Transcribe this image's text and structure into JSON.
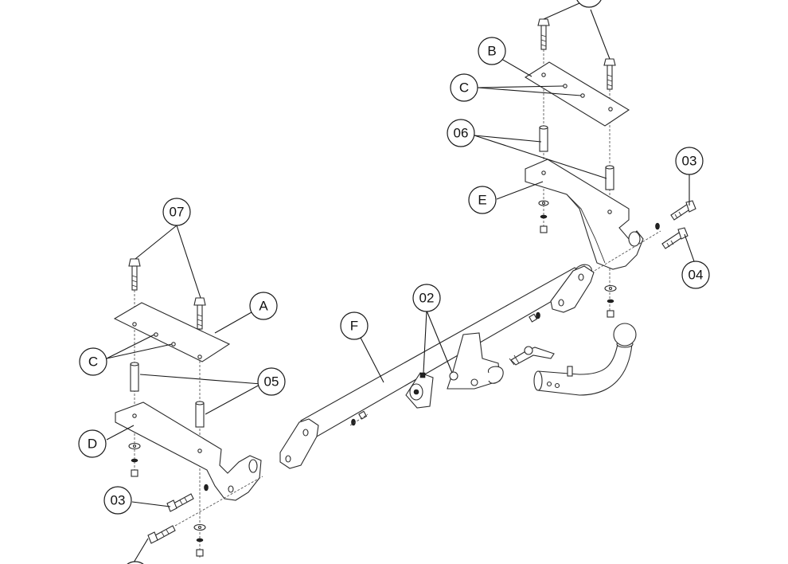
{
  "callouts": {
    "b": "B",
    "c_top": "C",
    "c_left": "C",
    "d06": "06",
    "e": "E",
    "d03_right": "03",
    "d04_right": "04",
    "d07": "07",
    "a": "A",
    "d02": "02",
    "f": "F",
    "d05": "05",
    "d": "D",
    "d03_left": "03"
  }
}
